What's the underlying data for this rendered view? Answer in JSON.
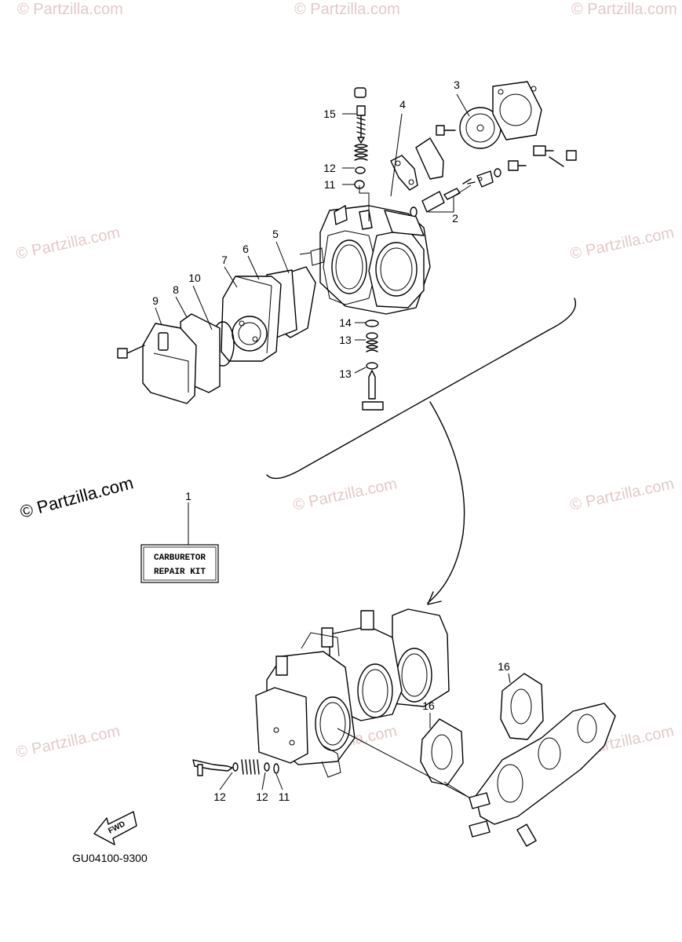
{
  "watermarks": {
    "text": "© Partzilla.com",
    "main_text": "© Partzilla.com"
  },
  "labels": {
    "p1": "1",
    "p2": "2",
    "p3": "3",
    "p4": "4",
    "p5": "5",
    "p6": "6",
    "p7": "7",
    "p8": "8",
    "p9": "9",
    "p10": "10",
    "p11_top": "11",
    "p12_top": "12",
    "p13_a": "13",
    "p13_b": "13",
    "p14": "14",
    "p15": "15",
    "p16_a": "16",
    "p16_b": "16",
    "p12_bot_a": "12",
    "p12_bot_b": "12",
    "p11_bot": "11"
  },
  "kit": {
    "line1": "CARBURETOR",
    "line2": "REPAIR KIT"
  },
  "fwd": "FWD",
  "diagram_code": "GU04100-9300",
  "colors": {
    "line": "#000000",
    "watermark": "#e3c9c9",
    "background": "#ffffff"
  }
}
